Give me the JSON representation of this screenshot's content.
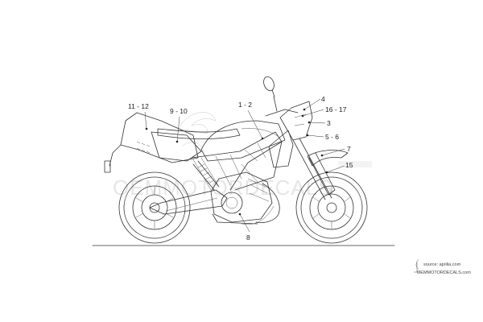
{
  "callouts": [
    {
      "id": "11-12",
      "label": "11 - 12"
    },
    {
      "id": "9-10",
      "label": "9 - 10"
    },
    {
      "id": "1-2",
      "label": "1 - 2"
    },
    {
      "id": "4",
      "label": "4"
    },
    {
      "id": "16-17",
      "label": "16 - 17"
    },
    {
      "id": "3",
      "label": "3"
    },
    {
      "id": "5-6",
      "label": "5 - 6"
    },
    {
      "id": "7",
      "label": "7"
    },
    {
      "id": "15",
      "label": "15"
    },
    {
      "id": "8",
      "label": "8"
    }
  ],
  "watermark": {
    "brand_text": "OEMMOTORDECALS",
    "source_line": "source: aprilia.com",
    "site_line": "OEMMOTORDECALS.com"
  },
  "colors": {
    "line": "#333333",
    "watermark": "#e6e6e6",
    "background": "#ffffff"
  }
}
